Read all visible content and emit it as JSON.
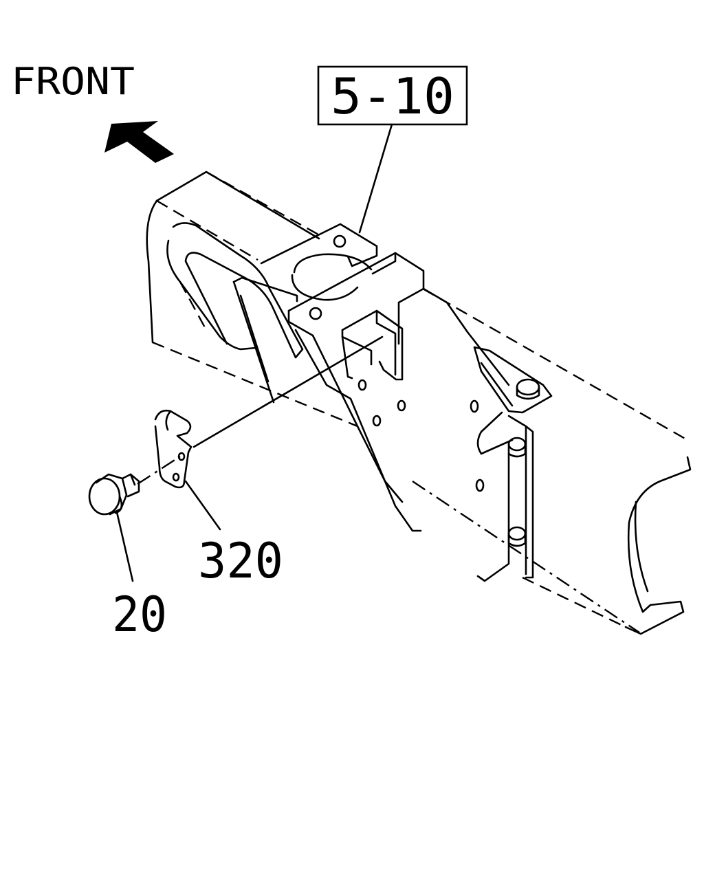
{
  "direction": {
    "label": "FRONT",
    "arrow_icon": "arrow-up-left-icon"
  },
  "reference_box": {
    "label": "5-10"
  },
  "callouts": [
    {
      "id": "bolt",
      "label": "20"
    },
    {
      "id": "bracket",
      "label": "320"
    }
  ],
  "colors": {
    "line": "#000000",
    "background": "#ffffff"
  }
}
